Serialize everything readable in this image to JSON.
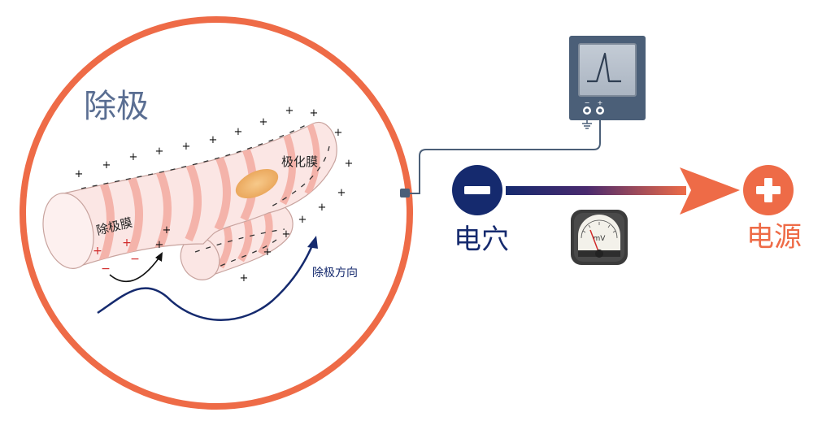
{
  "title": "除极",
  "fiber_labels": {
    "depolarized_membrane": "除极膜",
    "polarized_membrane": "极化膜",
    "depolarization_direction": "除极方向"
  },
  "electrodes": {
    "negative": {
      "label": "电穴",
      "sign": "−",
      "color": "#152a6e"
    },
    "positive": {
      "label": "电源",
      "sign": "+",
      "color": "#ee6b47"
    }
  },
  "meter": {
    "unit": "mV"
  },
  "charges": {
    "positive": "+",
    "negative": "−"
  },
  "colors": {
    "circle": "#ee6b47",
    "fiber_fill": "#fbe6e4",
    "fiber_band": "#f4b3aa",
    "patch": "#f2b56b",
    "wave": "#152a6e",
    "arrow_dark": "#111111",
    "title": "#5a6e92",
    "oscilloscope_body": "#4b5f78",
    "oscilloscope_screen": "#b5bfcb",
    "neg_red": "#d12a2a"
  },
  "icons": [
    "oscilloscope-icon",
    "millivolt-meter-icon",
    "minus-icon",
    "plus-icon"
  ]
}
